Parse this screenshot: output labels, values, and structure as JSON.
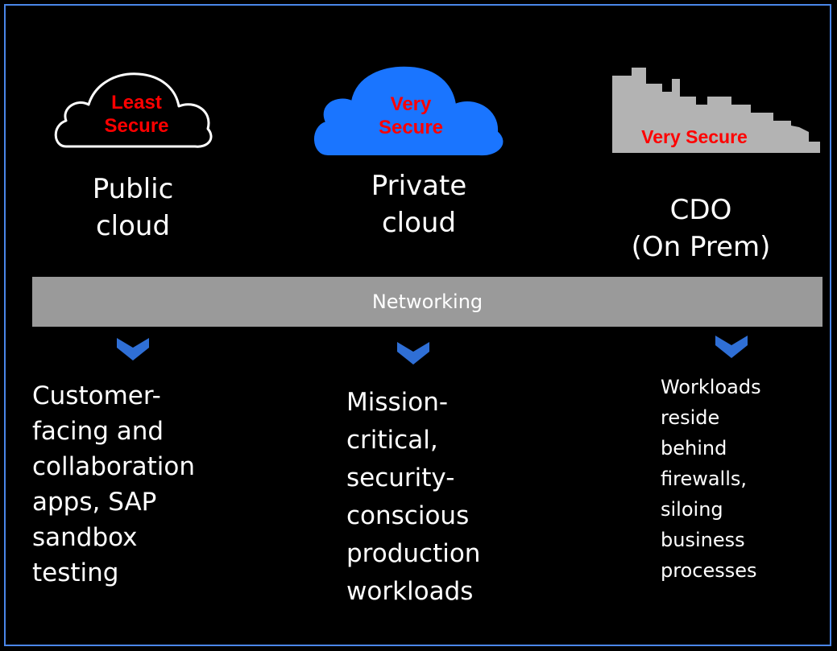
{
  "colors": {
    "background": "#000000",
    "frame_border": "#4a86e8",
    "badge_text": "#ff0000",
    "private_cloud_fill": "#1a75ff",
    "on_prem_fill": "#b3b3b3",
    "networking_bar": "#9a9a9a",
    "chevron": "#2f6fd6",
    "text": "#ffffff"
  },
  "columns": [
    {
      "icon": "cloud-outline-icon",
      "badge_line1": "Least",
      "badge_line2": "Secure",
      "label_line1": "Public",
      "label_line2": "cloud",
      "description": "Customer-\nfacing  and\ncollaboration\napps, SAP\nsandbox\ntesting"
    },
    {
      "icon": "cloud-filled-icon",
      "badge_line1": "Very",
      "badge_line2": "Secure",
      "label_line1": "Private",
      "label_line2": "cloud",
      "description": "Mission-\ncritical,\nsecurity-\nconscious\nproduction\nworkloads"
    },
    {
      "icon": "building-icon",
      "badge": "Very Secure",
      "label_line1": "CDO",
      "label_line2": "(On Prem)",
      "description": "Workloads\nreside\nbehind\nfirewalls,\nsiloing\nbusiness\nprocesses"
    }
  ],
  "networking": {
    "label": "Networking"
  },
  "arrows": [
    "chevron-down-icon",
    "chevron-down-icon",
    "chevron-down-icon"
  ]
}
